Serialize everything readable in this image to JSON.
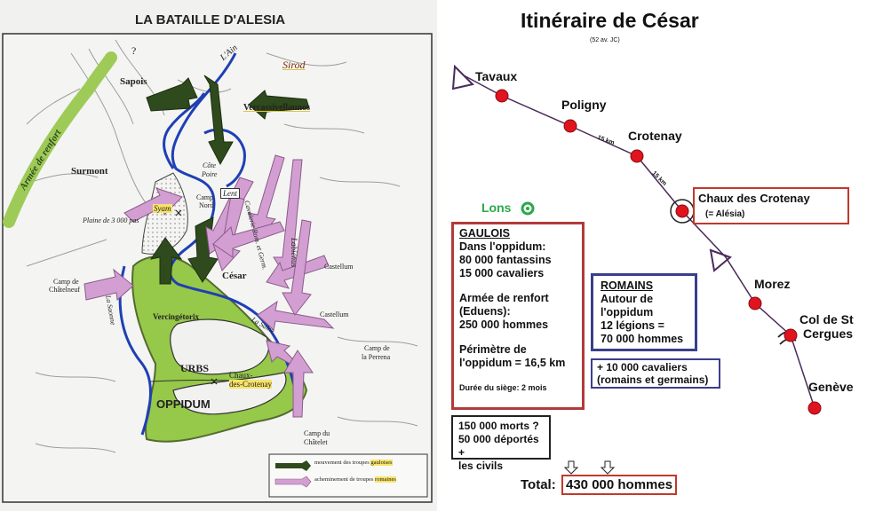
{
  "left_map": {
    "title": "LA BATAILLE D'ALESIA",
    "labels": {
      "sapois": "Sapois",
      "surmont": "Surmont",
      "ain": "L'Ain",
      "sirod": "Sirod",
      "vercassivellaunos": "Vercassivellaunos",
      "cote_poire_1": "Côte",
      "cote_poire_2": "Poire",
      "camp_nord_1": "Camp",
      "camp_nord_2": "Nord",
      "lent": "Lent",
      "syam": "Syam",
      "plaine": "Plaine de 3 000 pas",
      "cavalerie": "Cavalerie Rom. et Germ.",
      "cesar": "César",
      "labienus": "Labiénus",
      "castellum_1": "Castellum",
      "castellum_2": "Castellum",
      "camp_chatelneuf_1": "Camp de",
      "camp_chatelneuf_2": "Châtelneuf",
      "saonne": "La Saonne",
      "vercingetorix": "Vercingétorix",
      "saine": "La Saine",
      "camp_perrena_1": "Camp de",
      "camp_perrena_2": "la Perrena",
      "urbs": "URBS",
      "chaux_1": "Chaux-",
      "chaux_2": "des-Crotenay",
      "oppidum": "OPPIDUM",
      "camp_chatelet_1": "Camp du",
      "camp_chatelet_2": "Châtelet",
      "armee_renfort": "Armée de renfort",
      "question": "?"
    },
    "legend": {
      "gaulois_prefix": "mouvement des troupes ",
      "gaulois_highlight": "gauloises",
      "romain_prefix": "acheminement de troupes ",
      "romain_highlight": "romaines"
    },
    "colors": {
      "river": "#1f3fb5",
      "oppidum": "#96c84a",
      "gaul_arrow": "#2f4a1c",
      "roman_arrow": "#d39fd2",
      "renfort": "#9ecb58"
    }
  },
  "right_map": {
    "title": "Itinéraire de César",
    "subtitle": "(52 av. JC)",
    "towns": {
      "tavaux": "Tavaux",
      "poligny": "Poligny",
      "crotenay": "Crotenay",
      "chaux": "Chaux des Crotenay",
      "alesia": "(= Alésia)",
      "lons": "Lons",
      "morez": "Morez",
      "col_1": "Col de St",
      "col_2": "Cergues",
      "geneve": "Genève"
    },
    "distances": {
      "d1": "15 km",
      "d2": "15 km"
    },
    "gaulois": {
      "title": "GAULOIS",
      "l1": "Dans l'oppidum:",
      "l2": "80 000 fantassins",
      "l3": "15 000 cavaliers",
      "l4": "Armée de renfort",
      "l5": "(Eduens):",
      "l6": "250 000 hommes",
      "l7": "Périmètre de",
      "l8": "l'oppidum = 16,5 km",
      "siege": "Durée du siège: 2 mois"
    },
    "romains": {
      "title": "ROMAINS",
      "l1": "Autour de",
      "l2": "l'oppidum",
      "l3": "12 légions =",
      "l4": "70 000 hommes"
    },
    "cavaliers": {
      "l1": "+ 10 000 cavaliers",
      "l2": "(romains et germains)"
    },
    "morts": {
      "l1": "150 000 morts ?",
      "l2": "50 000 déportés +",
      "l3": "les civils"
    },
    "total": {
      "label": "Total:",
      "value": "430 000 hommes"
    },
    "colors": {
      "dot": "#e0141e",
      "lons": "#2aa84a",
      "red_box": "#b23a3a",
      "blue_box": "#3a3f8a"
    }
  }
}
